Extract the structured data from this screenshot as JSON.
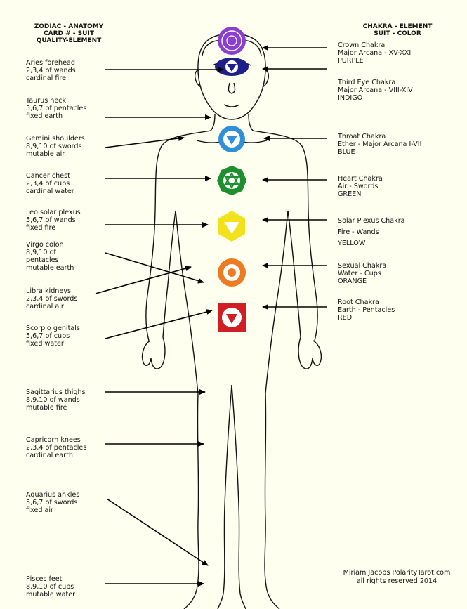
{
  "left_header": [
    "ZODIAC - ANATOMY",
    "CARD # - SUIT",
    "QUALITY-ELEMENT"
  ],
  "right_header": [
    "CHAKRA - ELEMENT",
    "SUIT - COLOR"
  ],
  "zodiac": [
    {
      "lines": [
        "Aries forehead",
        "2,3,4 of wands",
        "cardinal fire"
      ]
    },
    {
      "lines": [
        "Taurus neck",
        "5,6,7 of pentacles",
        "fixed earth"
      ]
    },
    {
      "lines": [
        "Gemini shoulders",
        "8,9,10 of swords",
        "mutable air"
      ]
    },
    {
      "lines": [
        "Cancer chest",
        "2,3,4 of cups",
        "cardinal water"
      ]
    },
    {
      "lines": [
        "Leo solar plexus",
        "5,6,7 of wands",
        "fixed fire"
      ]
    },
    {
      "lines": [
        "Virgo colon",
        "8,9,10 of",
        "pentacles",
        "mutable earth"
      ]
    },
    {
      "lines": [
        "Libra kidneys",
        "2,3,4 of swords",
        "cardinal air"
      ]
    },
    {
      "lines": [
        "Scorpio genitals",
        "5,6,7 of cups",
        "fixed water"
      ]
    },
    {
      "lines": [
        "Sagittarius thighs",
        "8,9,10 of wands",
        "mutable fire"
      ]
    },
    {
      "lines": [
        "Capricorn knees",
        "2,3,4 of pentacles",
        "cardinal earth"
      ]
    },
    {
      "lines": [
        "Aquarius ankles",
        "5,6,7 of swords",
        "fixed air"
      ]
    },
    {
      "lines": [
        "Pisces feet",
        "8,9,10 of cups",
        "mutable water"
      ]
    }
  ],
  "chakras": [
    {
      "lines": [
        "Crown Chakra",
        "Major Arcana - XV-XXI",
        "PURPLE"
      ],
      "color": "#8a3fd1"
    },
    {
      "lines": [
        "Third Eye Chakra",
        "Major Arcana - VIII-XIV",
        "INDIGO"
      ],
      "color": "#1e1e8c"
    },
    {
      "lines": [
        "Throat Chakra",
        "Ether - Major Arcana  I-VII",
        "BLUE"
      ],
      "color": "#2f8fd8"
    },
    {
      "lines": [
        "Heart Chakra",
        "Air - Swords",
        "GREEN"
      ],
      "color": "#1e8f2e"
    },
    {
      "lines": [
        "Solar Plexus Chakra",
        "Fire - Wands",
        "YELLOW"
      ],
      "color": "#f2e21c"
    },
    {
      "lines": [
        "Sexual Chakra",
        "Water - Cups",
        "ORANGE"
      ],
      "color": "#ee7a22"
    },
    {
      "lines": [
        "Root Chakra",
        "Earth - Pentacles",
        "RED"
      ],
      "color": "#cf1f25"
    }
  ],
  "credit": [
    "Miriam Jacobs  PolarityTarot.com",
    "all rights reserved 2014"
  ]
}
